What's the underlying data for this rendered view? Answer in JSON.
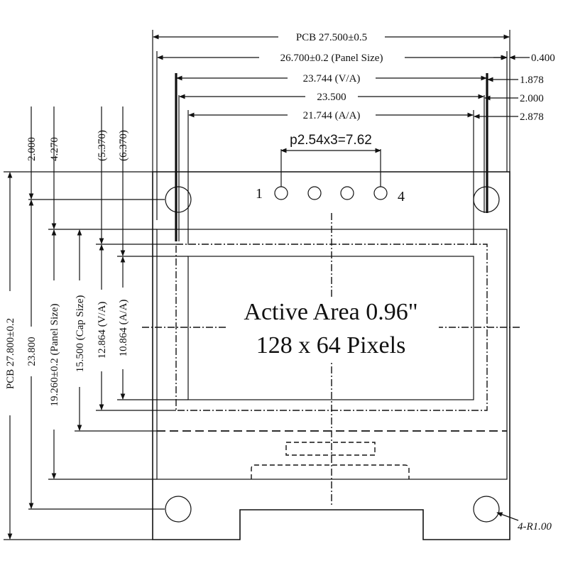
{
  "horizontal_dims": {
    "pcb": "PCB 27.500±0.5",
    "panel": "26.700±0.2 (Panel Size)",
    "va": "23.744 (V/A)",
    "mid": "23.500",
    "aa": "21.744 (A/A)",
    "right_0400": "0.400",
    "right_1878": "1.878",
    "right_2000": "2.000",
    "right_2878": "2.878"
  },
  "pin_pitch": "p2.54x3=7.62",
  "pin_labels": {
    "first": "1",
    "last": "4"
  },
  "vertical_dims": {
    "v2000": "2.000",
    "v4270": "4.270",
    "v5370": "(5.370)",
    "v6370": "(6.370)",
    "pcb": "PCB 27.800±0.2",
    "v23800": "23.800",
    "panel": "19.260±0.2 (Panel Size)",
    "cap": "15.500 (Cap Size)",
    "va": "12.864 (V/A)",
    "aa": "10.864 (A/A)"
  },
  "active_area": {
    "line1": "Active Area 0.96\"",
    "line2": "128 x 64 Pixels"
  },
  "hole_note": "4-R1.00"
}
